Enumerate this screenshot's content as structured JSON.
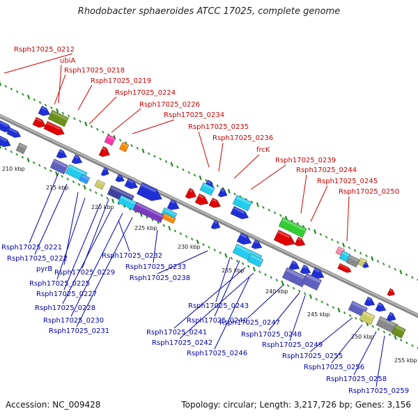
{
  "title": "Rhodobacter sphaeroides ATCC 17025, complete genome",
  "accession": "Accession: NC_009428",
  "stats": "Topology: circular; Length: 3,217,726 bp; Genes: 3,156",
  "colors": {
    "label_red": "#cc0000",
    "label_blue": "#0000aa",
    "backbone": "#8a8a8a",
    "tick": "#1d8a1d"
  },
  "kbp_labels": [
    "210 kbp",
    "215 kbp",
    "220 kbp",
    "225 kbp",
    "230 kbp",
    "235 kbp",
    "240 kbp",
    "245 kbp",
    "250 kbp",
    "255 kbp"
  ],
  "top_labels": [
    "Rsph17025_0212",
    "ubiA",
    "Rsph17025_0218",
    "Rsph17025_0219",
    "Rsph17025_0224",
    "Rsph17025_0226",
    "Rsph17025_0234",
    "Rsph17025_0235",
    "Rsph17025_0236",
    "frcK",
    "Rsph17025_0239",
    "Rsph17025_0244",
    "Rsph17025_0245",
    "Rsph17025_0250"
  ],
  "bottom_labels": [
    "Rsph17025_0221",
    "Rsph17025_0222",
    "pyrB",
    "Rsph17025_0229",
    "Rsph17025_0225",
    "Rsph17025_0227",
    "Rsph17025_0228",
    "Rsph17025_0230",
    "Rsph17025_0231",
    "Rsph17025_0232",
    "Rsph17025_0233",
    "Rsph17025_0238",
    "Rsph17025_0243",
    "Rsph17025_0240",
    "Rsph17025_0241",
    "Rsph17025_0242",
    "Rsph17025_0247",
    "Rsph17025_0246",
    "Rsph17025_0248",
    "Rsph17025_0249",
    "Rsph17025_0255",
    "Rsph17025_0256",
    "Rsph17025_0258",
    "Rsph17025_0259"
  ]
}
